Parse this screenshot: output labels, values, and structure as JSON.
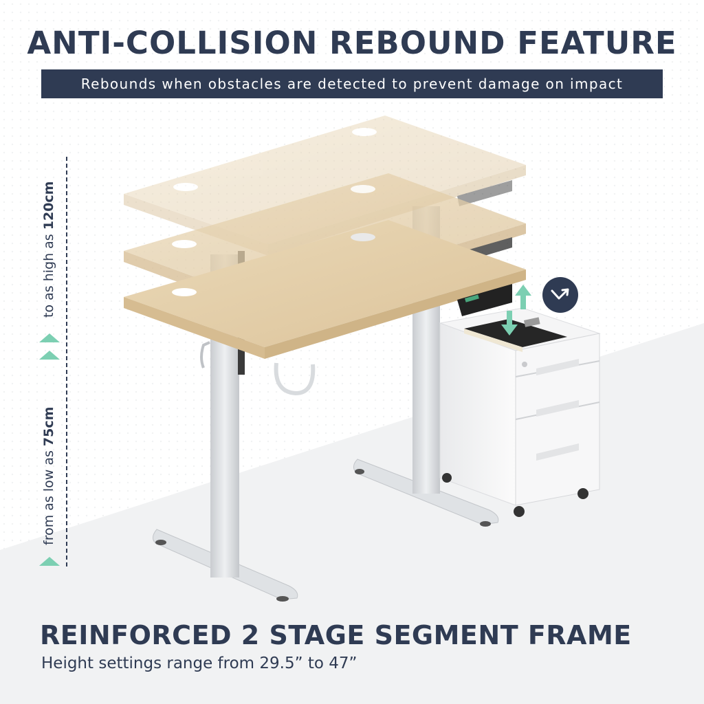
{
  "header": {
    "title": "ANTI-COLLISION REBOUND FEATURE",
    "subtitle": "Rebounds when obstacles are detected to prevent damage on impact"
  },
  "height_range": {
    "low_prefix": "from as low as ",
    "low_value": "75cm",
    "high_prefix": "to as high as ",
    "high_value": "120cm"
  },
  "footer": {
    "title": "REINFORCED 2 STAGE SEGMENT FRAME",
    "subtitle": "Height settings range from 29.5” to 47”"
  },
  "colors": {
    "navy": "#2f3b53",
    "accent": "#7ccfb2",
    "wood": "#e2cda6",
    "frame": "#d8dbde"
  },
  "icons": {
    "badge": "rebound-arrow-icon",
    "arrows": "up-down-arrow-icon",
    "triangles": "up-triangle-icon"
  }
}
